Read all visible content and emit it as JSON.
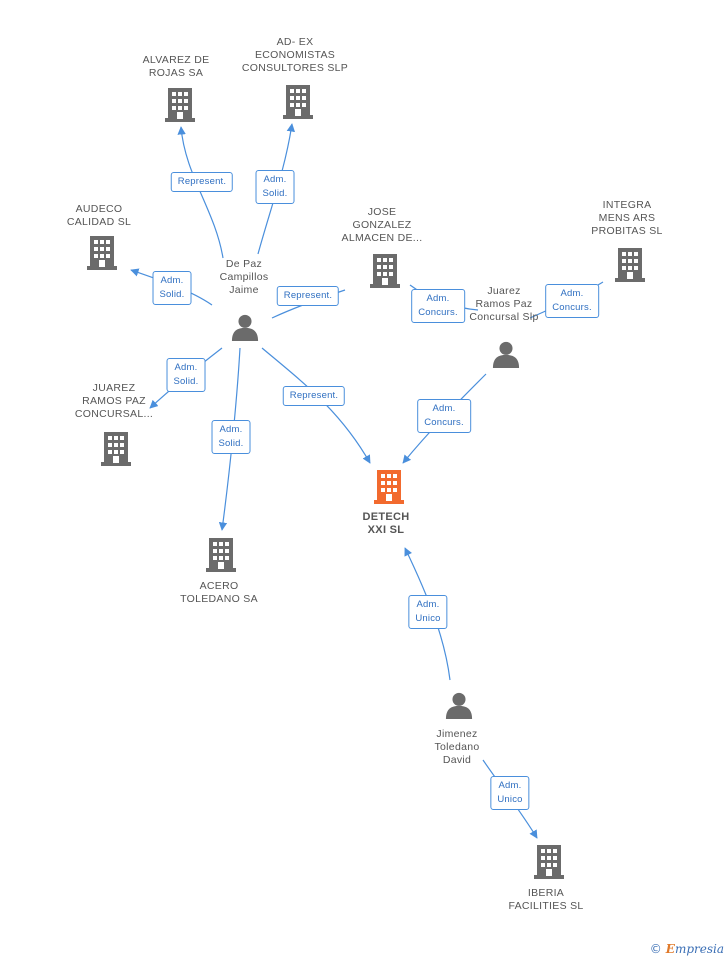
{
  "colors": {
    "edge": "#4a8fdc",
    "building": "#6b6b6b",
    "focus": "#f26a2e",
    "person": "#6b6b6b"
  },
  "nodes": {
    "alvarez": {
      "label": "ALVAREZ DE\nROJAS SA",
      "icon": "building-icon"
    },
    "adex": {
      "label": "AD- EX\nECONOMISTAS\nCONSULTORES SLP",
      "icon": "building-icon"
    },
    "audeco": {
      "label": "AUDECO\nCALIDAD SL",
      "icon": "building-icon"
    },
    "depaz": {
      "label": "De Paz\nCampillos\nJaime",
      "icon": "person-icon"
    },
    "jose": {
      "label": "JOSE\nGONZALEZ\nALMACEN DE...",
      "icon": "building-icon"
    },
    "integra": {
      "label": "INTEGRA\nMENS ARS\nPROBITAS SL",
      "icon": "building-icon"
    },
    "juarezp": {
      "label": "Juarez\nRamos Paz\nConcursal Slp",
      "icon": "person-icon"
    },
    "juarezb": {
      "label": "JUAREZ\nRAMOS PAZ\nCONCURSAL...",
      "icon": "building-icon"
    },
    "detech": {
      "label": "DETECH\nXXI SL",
      "icon": "building-icon"
    },
    "acero": {
      "label": "ACERO\nTOLEDANO SA",
      "icon": "building-icon"
    },
    "jimenez": {
      "label": "Jimenez\nToledano\nDavid",
      "icon": "person-icon"
    },
    "iberia": {
      "label": "IBERIA\nFACILITIES SL",
      "icon": "building-icon"
    }
  },
  "edge_labels": {
    "e1": "Represent.",
    "e2": "Adm.\nSolid.",
    "e3": "Adm.\nSolid.",
    "e4": "Represent.",
    "e5": "Adm.\nSolid.",
    "e6": "Adm.\nSolid.",
    "e7": "Represent.",
    "e8": "Adm.\nConcurs.",
    "e9": "Adm.\nConcurs.",
    "e10": "Adm.\nConcurs.",
    "e11": "Adm.\nUnico",
    "e12": "Adm.\nUnico"
  },
  "brand": {
    "copyright": "©",
    "name_first": "E",
    "name_rest": "mpresia"
  }
}
